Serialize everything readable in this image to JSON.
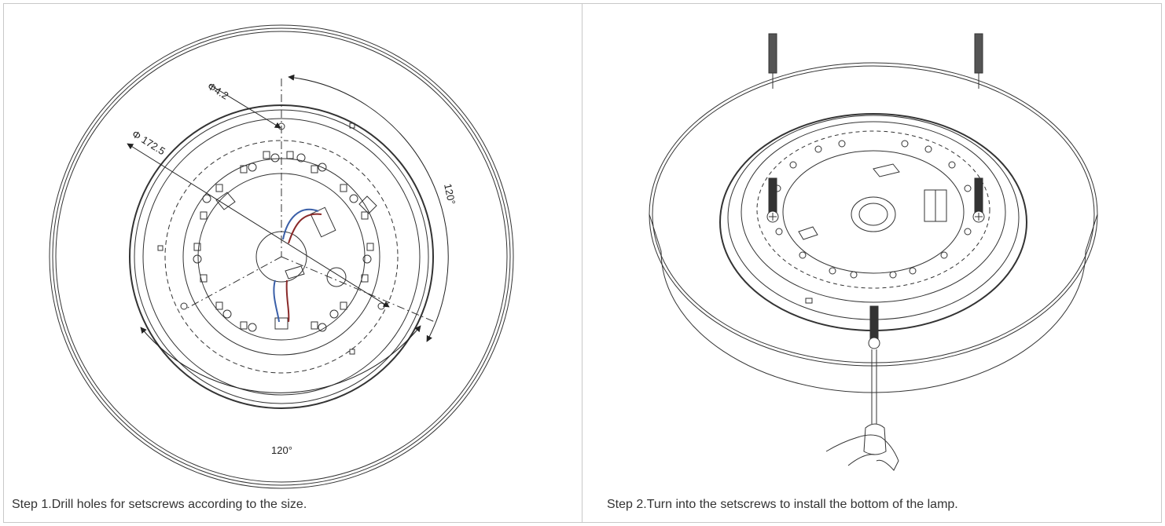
{
  "steps": [
    {
      "caption": "Step 1.Drill holes for setscrews according to the size.",
      "dims": {
        "hole_diameter": "Φ4.2",
        "mount_diameter": "Φ 172.5",
        "angle_right": "120°",
        "angle_bottom": "120°"
      }
    },
    {
      "caption": "Step 2.Turn into the setscrews to install the bottom of the lamp."
    }
  ],
  "colors": {
    "line": "#333333",
    "border": "#c8c8c8",
    "wire_blue": "#3a5fa8",
    "wire_red": "#8a2a2a",
    "caption": "#333333"
  }
}
